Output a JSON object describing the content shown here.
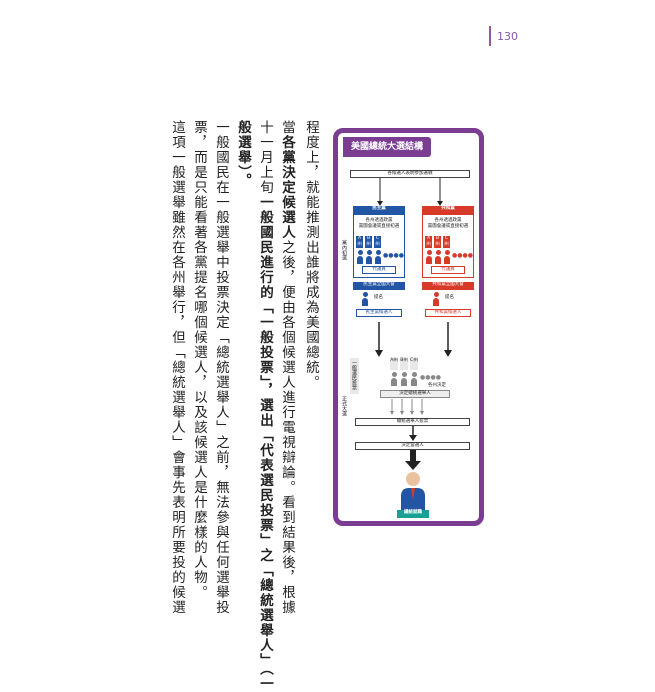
{
  "page": {
    "number": "130"
  },
  "text": {
    "col1": "程度上，就能推測出誰將成為美國總統。",
    "col2_a": "當",
    "col2_b": "各黨決定候選人",
    "col2_c": "之後，便由各個候選人進行電視辯論。看到結果後，根據",
    "col3_a": "十一月上旬",
    "col3_b": "一般國民進行的「一般投票」，選出「代表選民投票」之「總統選舉人」（一",
    "col4": "般選舉）。",
    "col5": "一般國民在一般選舉中投票決定「總統選舉人」之前，無法參與任何選舉投",
    "col6": "票，而是只能看著各黨提名哪個候選人，以及該候選人是什麼樣的人物。",
    "col7": "這項一般選舉雖然在各州舉行，但「總統選舉人」會事先表明所要投的候選"
  },
  "diagram": {
    "title": "美國總統大選結構",
    "top_box": "各候選人表明參加選戰",
    "side_label_primary": "黨內初選",
    "dem": {
      "header": "民主黨",
      "sub": "各州透過政黨\n黨團會議或直接初選",
      "states": [
        "A州",
        "B州",
        "C州"
      ],
      "delegates": "代議員",
      "convention": "民主黨全國大會",
      "nominate": "提名",
      "candidate": "民主黨候選人"
    },
    "rep": {
      "header": "共和黨",
      "sub": "各州透過政黨\n黨團會議或直接初選",
      "states": [
        "A州",
        "B州",
        "C州"
      ],
      "delegates": "代議員",
      "convention": "共和黨全國大會",
      "nominate": "提名",
      "candidate": "共和黨候選人"
    },
    "general_label": "一般選民投票",
    "formal_label": "正式大選",
    "states2": [
      "A州",
      "B州",
      "C州"
    ],
    "state_decide": "各州決定",
    "decide_electors": "決定總統選舉人",
    "electors_vote": "總統選舉人投票",
    "decide_winner": "決定當選人",
    "president": "總統就職",
    "colors": {
      "purple": "#7a3d92",
      "blue": "#2255a4",
      "red": "#d83a2a",
      "teal": "#17a094"
    }
  }
}
